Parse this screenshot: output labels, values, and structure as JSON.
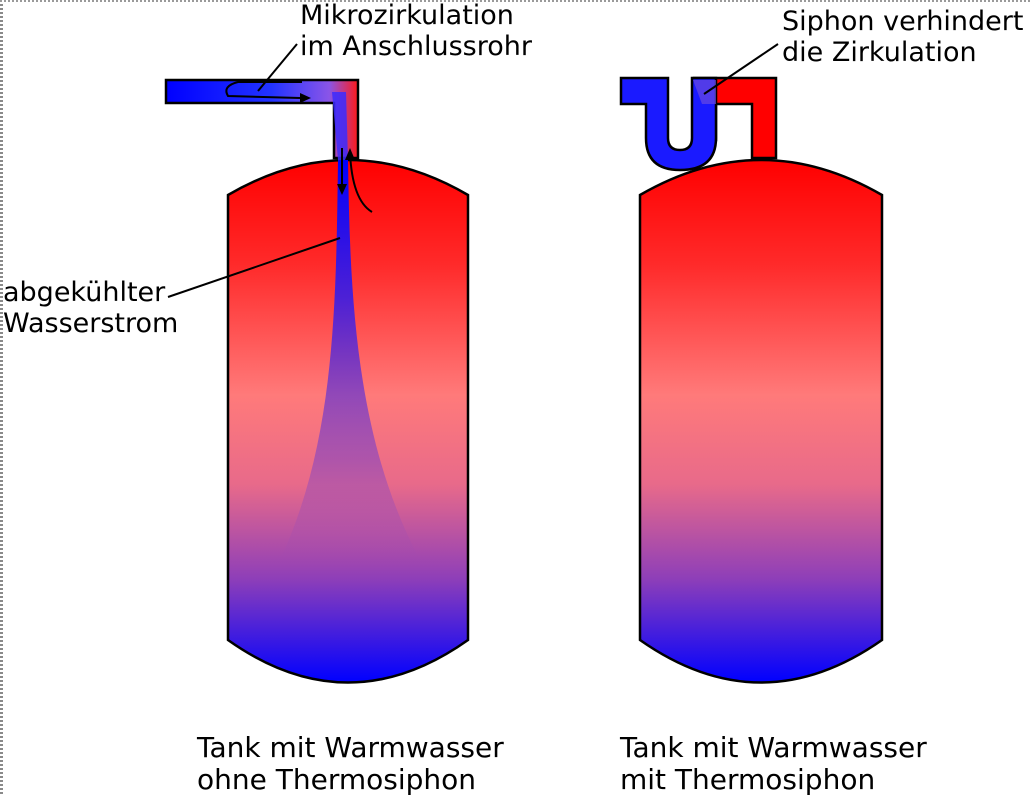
{
  "labels": {
    "microcirculation": {
      "line1": "Mikrozirkulation",
      "line2": "im Anschlussrohr"
    },
    "siphon": {
      "line1": "Siphon verhindert",
      "line2": "die Zirkulation"
    },
    "cooled_stream": {
      "line1": "abgekühlter",
      "line2": "Wasserstrom"
    },
    "tank_left": {
      "line1": "Tank mit Warmwasser",
      "line2": "ohne Thermosiphon"
    },
    "tank_right": {
      "line1": "Tank mit Warmwasser",
      "line2": "mit Thermosiphon"
    }
  },
  "colors": {
    "hot": "#ff0000",
    "cold": "#0000ff",
    "mid": "#ff8080",
    "outline": "#000000"
  }
}
